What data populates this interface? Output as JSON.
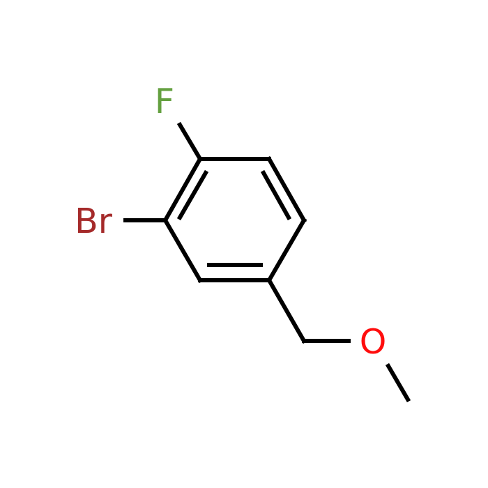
{
  "molecule": {
    "atoms": {
      "fluorine": {
        "symbol": "F",
        "color": "#64A040"
      },
      "bromine": {
        "symbol": "Br",
        "color": "#A52A2A"
      },
      "oxygen": {
        "symbol": "O",
        "color": "#FF0D0D"
      }
    },
    "bond_color": "#000000",
    "background": "#FFFFFF"
  }
}
